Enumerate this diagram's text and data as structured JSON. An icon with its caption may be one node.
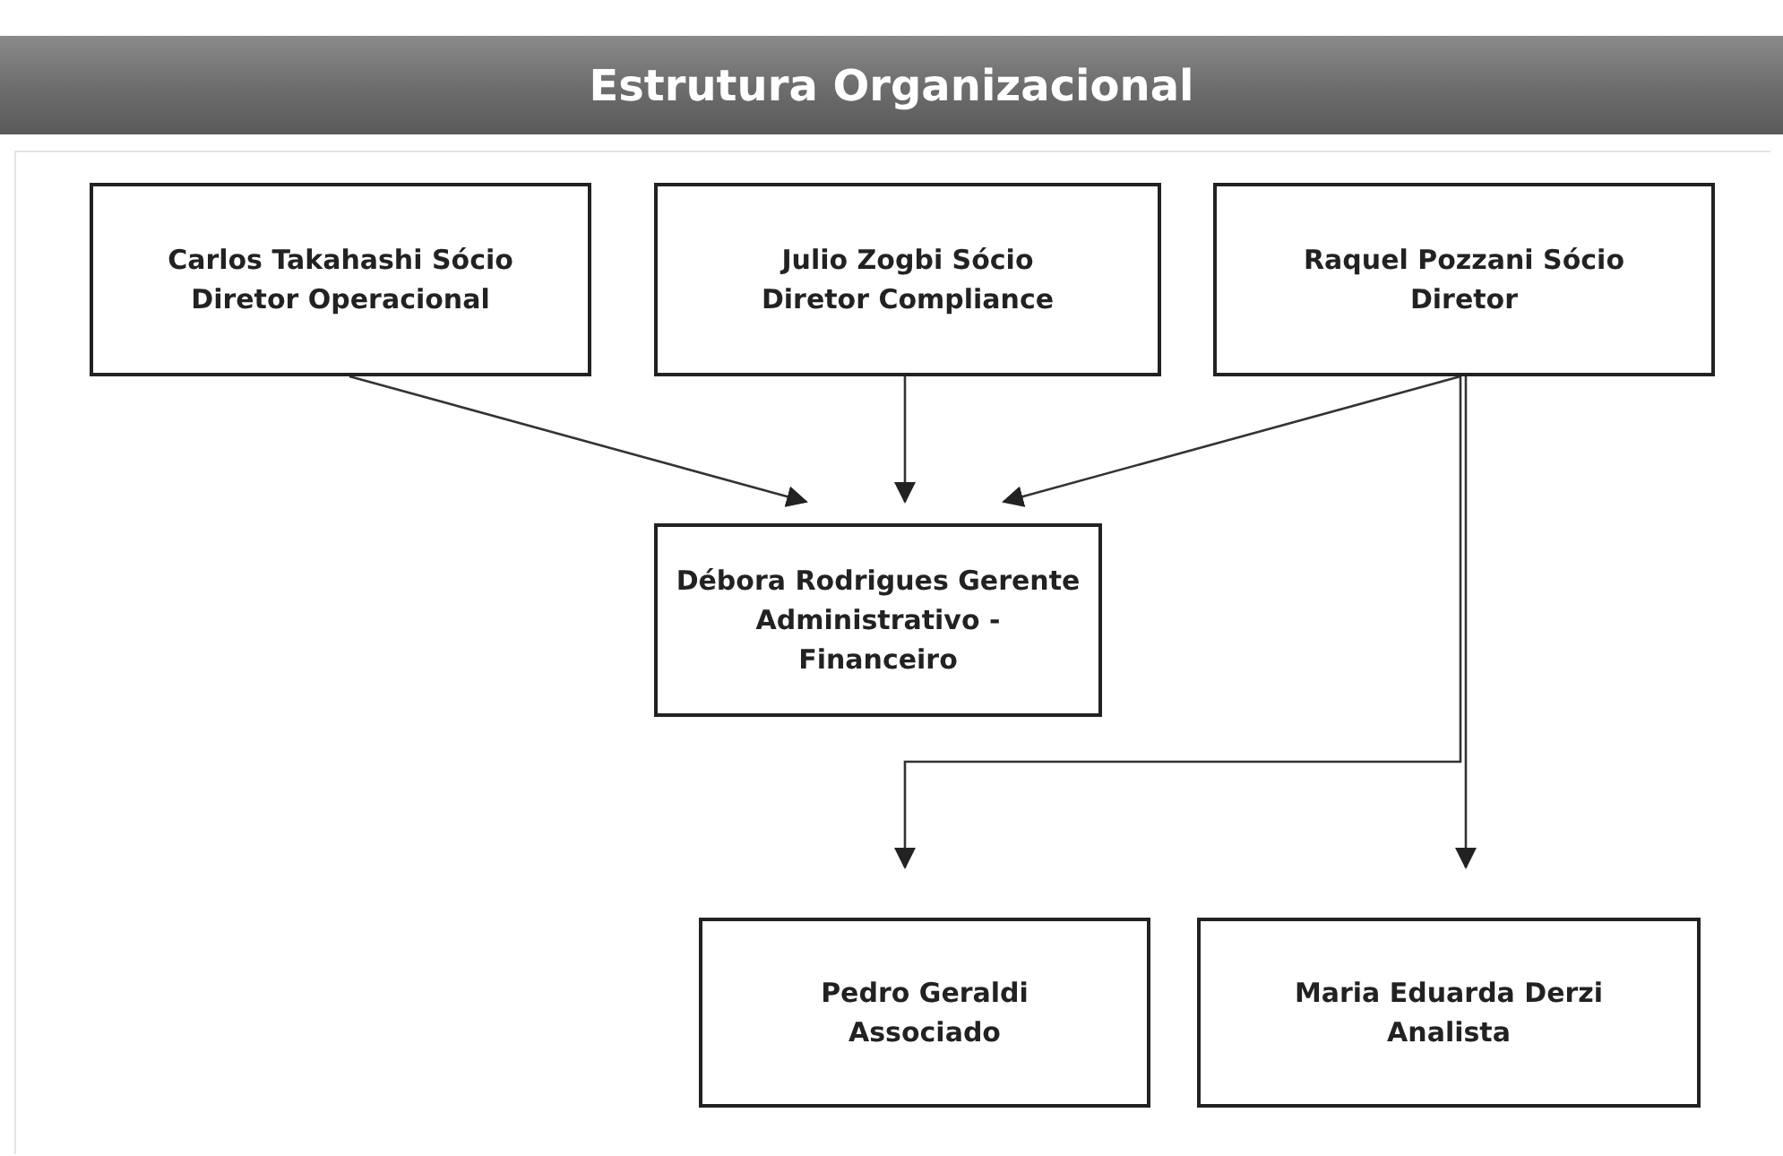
{
  "diagram": {
    "title": "Estrutura Organizacional",
    "nodes": [
      {
        "text": [
          "Carlos Takahashi Sócio Diretor Operacional"
        ]
      },
      {
        "text": [
          "Julio Zogbi Sócio Diretor Compliance"
        ]
      },
      {
        "text": [
          "Raquel Pozzani Sócio Diretor"
        ]
      },
      {
        "text": [
          "Débora Rodrigues Gerente Administrativo - Financeiro"
        ]
      },
      {
        "text": [
          "Pedro Geraldi Associado"
        ]
      },
      {
        "text": [
          "Maria Eduarda Derzi Analista"
        ]
      }
    ],
    "edges": [
      {
        "from": 0,
        "to": 3,
        "arrow": "to"
      },
      {
        "from": 1,
        "to": 3,
        "arrow": "to"
      },
      {
        "from": 2,
        "to": 3,
        "arrow": "to"
      },
      {
        "from": 2,
        "to": 4,
        "arrow": "to"
      },
      {
        "from": 2,
        "to": 5,
        "arrow": "to"
      }
    ]
  }
}
